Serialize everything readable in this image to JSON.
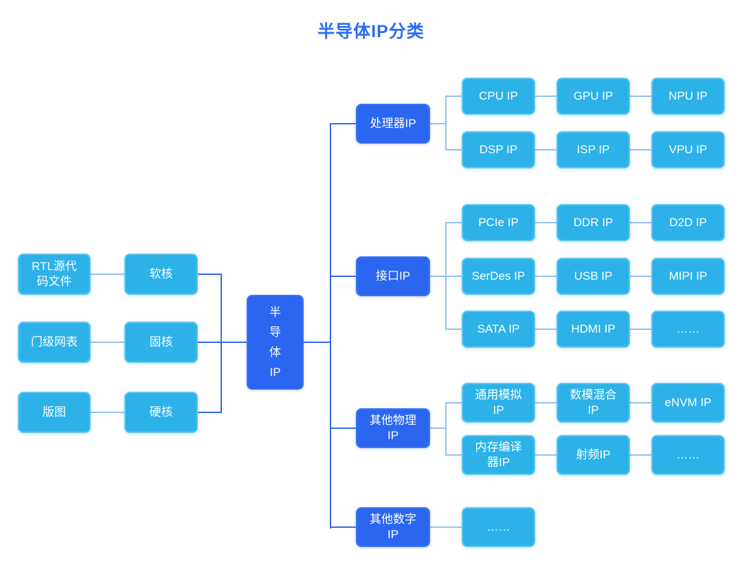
{
  "title": "半导体IP分类",
  "colors": {
    "box_dark": "#2B66F0",
    "box_light": "#2CB2E8",
    "box_light_border": "#5FC5F0",
    "connector_dark": "#2E6BF2",
    "connector_light": "#94C1EF",
    "title_color": "#2B6BF3",
    "text_color": "#FFFFFF",
    "background": "#FFFFFF"
  },
  "root": {
    "label": "半\n导\n体\nIP"
  },
  "left": {
    "pairs": [
      {
        "source": "RTL源代\n码文件",
        "core": "软核"
      },
      {
        "source": "门级网表",
        "core": "固核"
      },
      {
        "source": "版图",
        "core": "硬核"
      }
    ]
  },
  "right": {
    "categories": [
      {
        "label": "处理器IP",
        "rows": [
          [
            "CPU IP",
            "GPU IP",
            "NPU IP"
          ],
          [
            "DSP IP",
            "ISP IP",
            "VPU IP"
          ]
        ]
      },
      {
        "label": "接口IP",
        "rows": [
          [
            "PCIe IP",
            "DDR IP",
            "D2D IP"
          ],
          [
            "SerDes IP",
            "USB IP",
            "MIPI IP"
          ],
          [
            "SATA IP",
            "HDMI IP",
            "……"
          ]
        ]
      },
      {
        "label": "其他物理\nIP",
        "rows": [
          [
            "通用模拟\nIP",
            "数模混合\nIP",
            "eNVM IP"
          ],
          [
            "内存编译\n器IP",
            "射频IP",
            "……"
          ]
        ]
      },
      {
        "label": "其他数字\nIP",
        "rows": [
          [
            "……"
          ]
        ]
      }
    ]
  }
}
